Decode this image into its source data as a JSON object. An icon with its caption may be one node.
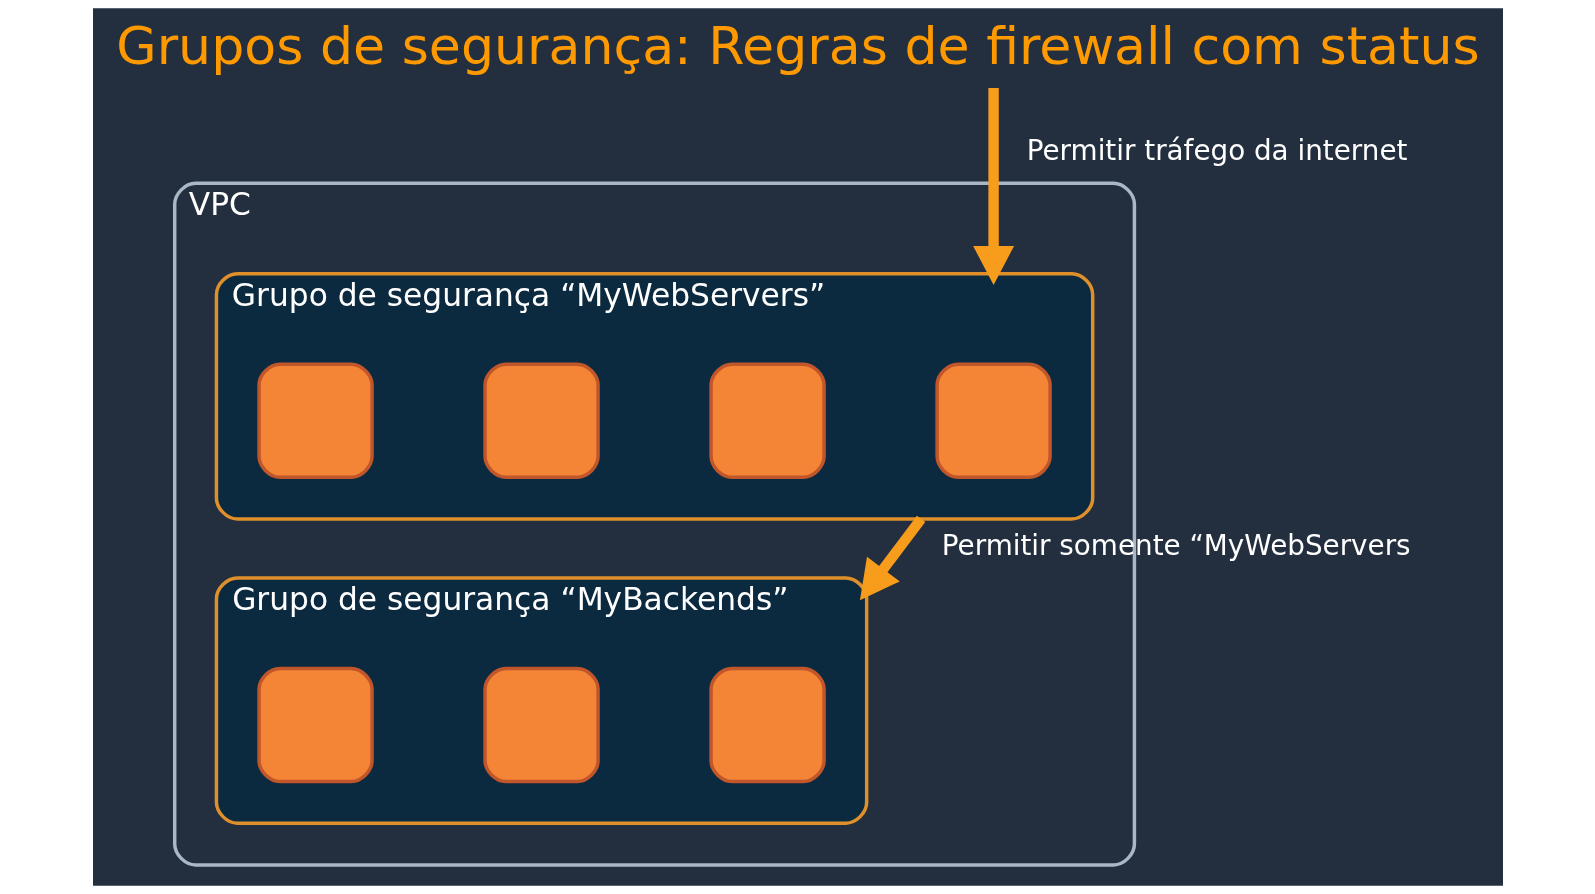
{
  "diagram": {
    "title": "Grupos de segurança: Regras de firewall com status",
    "nodes": [
      {
        "text": [
          "VPC"
        ]
      },
      {
        "text": [
          "Grupo de segurança “MyWebServers”"
        ],
        "in": 0
      },
      {
        "text": [],
        "shape": "box",
        "in": 1
      },
      {
        "text": [],
        "shape": "box",
        "in": 1
      },
      {
        "text": [],
        "shape": "box",
        "in": 1
      },
      {
        "text": [],
        "shape": "box",
        "in": 1
      },
      {
        "text": [
          "Grupo de segurança “MyBackends”"
        ],
        "in": 0
      },
      {
        "text": [],
        "shape": "box",
        "in": 6
      },
      {
        "text": [],
        "shape": "box",
        "in": 6
      },
      {
        "text": [],
        "shape": "box",
        "in": 6
      }
    ],
    "edges": [
      {
        "from": null,
        "to": 1,
        "arrow": "to",
        "label": "Permitir tráfego da internet"
      },
      {
        "from": 1,
        "to": 6,
        "arrow": "to",
        "label": "Permitir somente “MyWebServers"
      }
    ]
  }
}
